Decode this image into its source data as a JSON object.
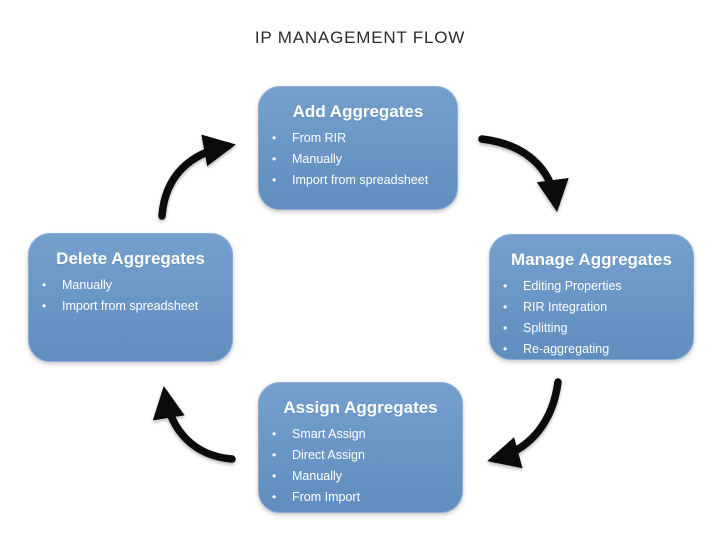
{
  "title": "IP MANAGEMENT FLOW",
  "colors": {
    "box_fill": "#6595C8",
    "box_border": "#8AACD6",
    "box_text": "#FFFFFF",
    "arrow": "#0B0B0B",
    "title_text": "#2B2B2B",
    "background": "#FFFFFF"
  },
  "diagram": {
    "type": "cycle",
    "direction": "clockwise",
    "nodes": [
      {
        "id": "add",
        "position": "top",
        "title": "Add Aggregates",
        "items": [
          "From RIR",
          "Manually",
          "Import from spreadsheet"
        ]
      },
      {
        "id": "manage",
        "position": "right",
        "title": "Manage Aggregates",
        "items": [
          "Editing Properties",
          "RIR Integration",
          "Splitting",
          "Re-aggregating"
        ]
      },
      {
        "id": "assign",
        "position": "bottom",
        "title": "Assign Aggregates",
        "items": [
          "Smart Assign",
          "Direct Assign",
          "Manually",
          "From Import"
        ]
      },
      {
        "id": "delete",
        "position": "left",
        "title": "Delete Aggregates",
        "items": [
          "Manually",
          "Import from spreadsheet"
        ]
      }
    ],
    "edges": [
      {
        "from": "add",
        "to": "manage"
      },
      {
        "from": "manage",
        "to": "assign"
      },
      {
        "from": "assign",
        "to": "delete"
      },
      {
        "from": "delete",
        "to": "add"
      }
    ]
  }
}
